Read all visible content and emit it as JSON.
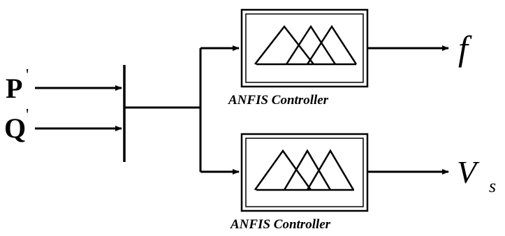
{
  "inputs": {
    "p": {
      "letter": "P",
      "prime": "'"
    },
    "q": {
      "letter": "Q",
      "prime": "'"
    }
  },
  "controllers": [
    {
      "label": "ANFIS Controller"
    },
    {
      "label": "ANFIS Controller"
    }
  ],
  "outputs": {
    "f": {
      "symbol": "f"
    },
    "vs": {
      "symbol": "V",
      "subscript": "s"
    }
  },
  "colors": {
    "stroke": "#000000",
    "background": "#ffffff"
  }
}
